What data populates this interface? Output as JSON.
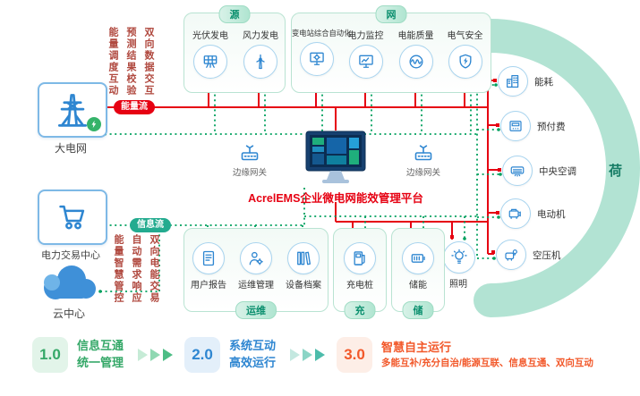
{
  "diagram": {
    "platform_title": "AcrelEMS企业微电网能效管理平台",
    "flows": {
      "energy": "能量流",
      "info": "信息流"
    },
    "left_nodes": [
      {
        "label": "大电网",
        "icon": "transmission-tower-icon"
      },
      {
        "label": "电力交易中心",
        "icon": "cart-icon"
      },
      {
        "label": "云中心",
        "icon": "cloud-icon"
      }
    ],
    "annotations": {
      "top": [
        "双向数据交互",
        "预测结果校验",
        "能量调度互动"
      ],
      "bottom": [
        "双向电能交易",
        "自动需求响应",
        "能量智慧管控"
      ]
    },
    "groups": {
      "source": {
        "header": "源",
        "items": [
          {
            "label": "光伏发电",
            "icon": "solar-panel-icon"
          },
          {
            "label": "风力发电",
            "icon": "wind-turbine-icon"
          }
        ]
      },
      "network": {
        "header": "网",
        "items": [
          {
            "label": "变电站综合自动化",
            "icon": "substation-automation-icon"
          },
          {
            "label": "电力监控",
            "icon": "power-monitoring-icon"
          },
          {
            "label": "电能质量",
            "icon": "power-quality-icon"
          },
          {
            "label": "电气安全",
            "icon": "electrical-safety-icon"
          }
        ]
      },
      "om": {
        "header": "运维",
        "items": [
          {
            "label": "用户报告",
            "icon": "report-icon"
          },
          {
            "label": "运维管理",
            "icon": "maintenance-icon"
          },
          {
            "label": "设备档案",
            "icon": "archives-icon"
          }
        ]
      },
      "charging": {
        "header": "充",
        "items": [
          {
            "label": "充电桩",
            "icon": "ev-charger-icon"
          }
        ]
      },
      "storage": {
        "header": "储",
        "items": [
          {
            "label": "储能",
            "icon": "battery-icon"
          }
        ]
      }
    },
    "load": {
      "arc_label": "荷",
      "items": [
        {
          "label": "能耗",
          "icon": "building-icon"
        },
        {
          "label": "预付费",
          "icon": "prepaid-meter-icon"
        },
        {
          "label": "中央空调",
          "icon": "hvac-icon"
        },
        {
          "label": "电动机",
          "icon": "motor-icon"
        },
        {
          "label": "空压机",
          "icon": "compressor-icon"
        },
        {
          "label": "照明",
          "icon": "lighting-icon"
        }
      ]
    },
    "gateway_label": "边缘网关"
  },
  "legend": {
    "items": [
      {
        "version": "1.0",
        "line1": "信息互通",
        "line2": "统一管理",
        "color": "#35a868"
      },
      {
        "version": "2.0",
        "line1": "系统互动",
        "line2": "高效运行",
        "color": "#2e86d1"
      },
      {
        "version": "3.0",
        "line1": "智慧自主运行",
        "line2": "多能互补/充分自治/能源互联、信息互通、双向互动",
        "color": "#f2582a"
      }
    ]
  },
  "colors": {
    "energy_flow": "#e60112",
    "info_flow": "#00a05e",
    "load_arc": "#b2e3d3",
    "accent_blue": "#2e86d1",
    "header_green": "#0b8f6e"
  }
}
